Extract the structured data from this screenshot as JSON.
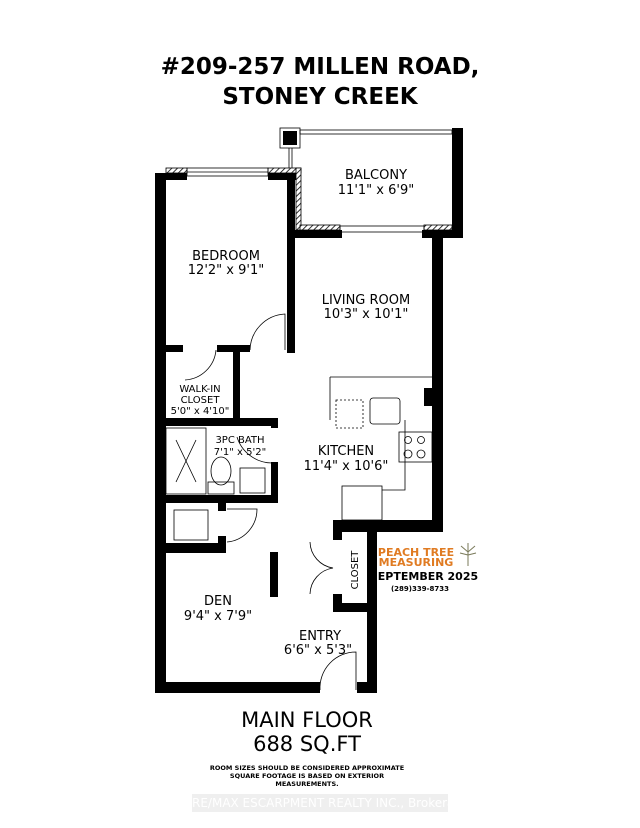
{
  "title": {
    "line1": "#209-257 MILLEN ROAD,",
    "line2": "STONEY CREEK"
  },
  "rooms": [
    {
      "name": "BALCONY",
      "size": "11'1\" x 6'9\""
    },
    {
      "name": "BEDROOM",
      "size": "12'2\" x 9'1\""
    },
    {
      "name": "LIVING ROOM",
      "size": "10'3\" x 10'1\""
    },
    {
      "name": "WALK-IN",
      "name2": "CLOSET",
      "size": "5'0\" x 4'10\""
    },
    {
      "name": "3PC BATH",
      "size": "7'1\" x 5'2\""
    },
    {
      "name": "KITCHEN",
      "size": "11'4\" x 10'6\""
    },
    {
      "name": "CLOSET"
    },
    {
      "name": "DEN",
      "size": "9'4\" x 7'9\""
    },
    {
      "name": "ENTRY",
      "size": "6'6\" x 5'3\""
    }
  ],
  "brand": {
    "line1": "PEACH TREE",
    "line2": "MEASURING",
    "date": "SEPTEMBER 2025",
    "phone": "(289)339-8733",
    "color": "#e07b22"
  },
  "floor": {
    "name": "MAIN FLOOR",
    "area": "688 SQ.FT"
  },
  "disclaimer": {
    "line1": "ROOM SIZES SHOULD BE CONSIDERED APPROXIMATE",
    "line2": "SQUARE FOOTAGE IS BASED ON EXTERIOR",
    "line3": "MEASUREMENTS."
  },
  "watermark": "RE/MAX ESCARPMENT REALTY INC., Brokerage"
}
